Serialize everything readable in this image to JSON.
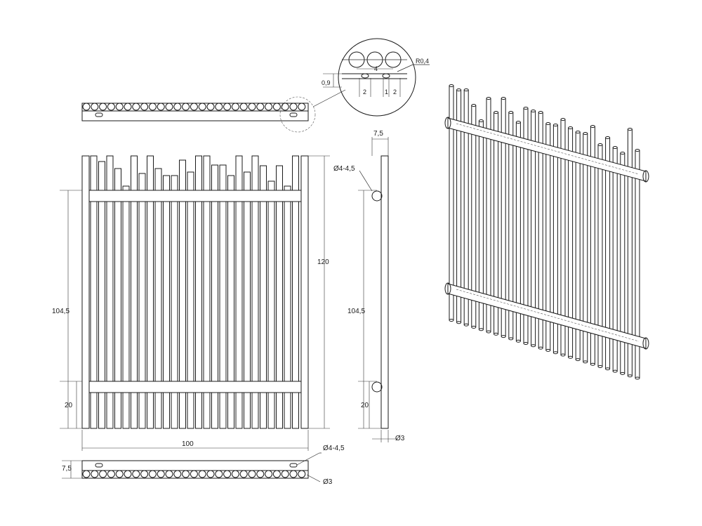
{
  "dimensions": {
    "overall_height": "120",
    "rail_span": "104,5",
    "rail_span_side": "104,5",
    "bottom_offset": "20",
    "bottom_offset_side": "20",
    "width": "100",
    "hole_dia": "Ø4-4,5",
    "hole_dia_side": "Ø4-4,5",
    "rail_width": "7,5",
    "rail_width_bottom": "7,5",
    "picket_dia_side": "Ø3",
    "picket_dia_bottom": "Ø3",
    "detail_radius": "R0,4",
    "detail_spacing": "4",
    "detail_depth": "0,9",
    "detail_slot_a": "2",
    "detail_slot_b": "1",
    "detail_slot_c": "2"
  }
}
